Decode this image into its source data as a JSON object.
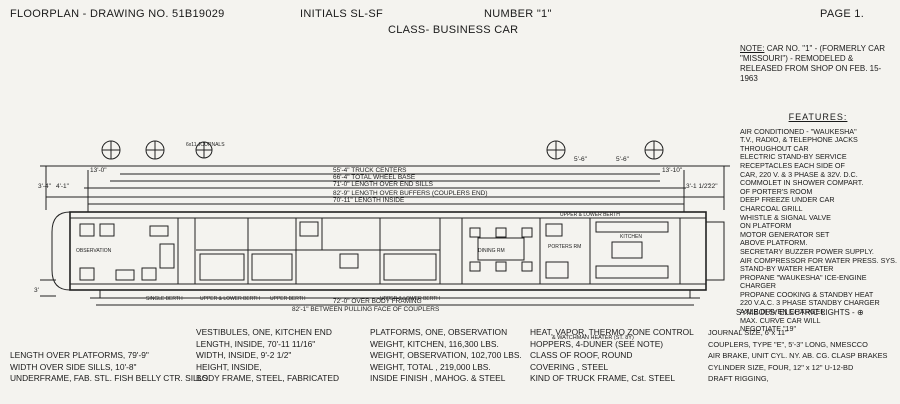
{
  "header": {
    "drawing": "FLOORPLAN - DRAWING NO. 51B19029",
    "initials": "INITIALS SL-SF",
    "number": "NUMBER \"1\"",
    "page": "PAGE 1.",
    "car_class": "CLASS- BUSINESS CAR"
  },
  "note": {
    "title": "NOTE:",
    "text": "CAR NO. \"1\" - (FORMERLY CAR \"MISSOURI\") - REMODELED & RELEASED FROM SHOP ON FEB. 15-1963"
  },
  "features": {
    "title": "FEATURES:",
    "lines": [
      "AIR CONDITIONED - \"WAUKESHA\"",
      "T.V., RADIO, & TELEPHONE JACKS",
      "THROUGHOUT CAR",
      "ELECTRIC STAND-BY SERVICE",
      "RECEPTACLES EACH SIDE OF",
      "CAR, 220 V. & 3 PHASE & 32V. D.C.",
      "COMMOLET IN SHOWER COMPART.",
      "OF PORTER'S ROOM",
      "DEEP FREEZE UNDER CAR",
      "CHARCOAL GRILL",
      "WHISTLE & SIGNAL VALVE",
      "ON PLATFORM",
      "MOTOR GENERATOR SET",
      "ABOVE PLATFORM.",
      "SECRETARY BUZZER POWER SUPPLY.",
      "AIR COMPRESSOR FOR WATER PRESS. SYS.",
      "STAND-BY WATER HEATER",
      "PROPANE \"WAUKESHA\" ICE-ENGINE",
      "CHARGER",
      "PROPANE COOKING & STANDBY HEAT",
      "220 V.A.C. 3 PHASE STANDBY CHARGER",
      "AXLE DRIVEN CHARGER",
      "MAX. CURVE CAR WILL",
      "NEGOTIATE \"19\""
    ]
  },
  "symbols": "SYMBOLS: ELECTRIC LIGHTS -",
  "dimensions": {
    "truck_centers": "55'-4\" TRUCK CENTERS",
    "wheel_base": "66'-4\" TOTAL WHEEL BASE",
    "over_end_sills": "71'-0\" LENGTH OVER END SILLS",
    "over_buffers": "82'-9\" LENGTH OVER BUFFERS (COUPLERS END)",
    "length_inside": "70'-11\" LENGTH INSIDE",
    "over_body_framing": "72'-0\" OVER BODY FRAMING",
    "between_pulling_faces": "82'-1\" BETWEEN PULLING FACE OF COUPLERS",
    "left_end_a": "13'-0\"",
    "left_end_b": "3'-4\"",
    "left_end_c": "4'-1\"",
    "right_end_a": "13'-10\"",
    "right_end_b": "3'-1 1/2\"",
    "right_end_c": "22\"",
    "truck_a": "5'-6\"",
    "truck_b": "5'-6\"",
    "height_marker": "3'"
  },
  "plan_labels": {
    "journals": "6x11 JOURNALS",
    "upper_lower_berth_right": "UPPER & LOWER BERTH",
    "single_berth": "SINGLE BERTH",
    "upper_lower_berth_1": "UPPER & LOWER BERTH",
    "upper_berth": "UPPER BERTH",
    "upper_lower_berth_2": "UPPER & LOWER BERTH",
    "porters_room": "PORTERS RM",
    "kitchen": "KITCHEN",
    "dining": "DINING RM",
    "observation": "OBSERVATION"
  },
  "specs": {
    "col1": [
      "",
      "",
      "LENGTH OVER PLATFORMS,  79'-9\"",
      "WIDTH OVER SIDE SILLS,  10'-8\"",
      "UNDERFRAME, FAB. STL. FISH BELLY CTR. SILLS"
    ],
    "col2": [
      "VESTIBULES,  ONE, KITCHEN END",
      "LENGTH, INSIDE,          70'-11 11/16\"",
      "WIDTH, INSIDE,            9'-2 1/2\"",
      "HEIGHT, INSIDE,",
      "BODY FRAME,  STEEL, FABRICATED"
    ],
    "col3": [
      "PLATFORMS,  ONE, OBSERVATION",
      "WEIGHT, KITCHEN,   116,300 LBS.",
      "WEIGHT, OBSERVATION,  102,700 LBS.",
      "WEIGHT,  TOTAL ,   219,000 LBS.",
      "INSIDE FINISH ,  MAHOG. & STEEL"
    ],
    "col4": [
      "HEAT,  VAPOR, THERMO ZONE CONTROL",
      "HOPPERS,  4-DUNER  (SEE NOTE)",
      "CLASS OF ROOF,  ROUND",
      "COVERING ,  STEEL",
      "KIND OF TRUCK FRAME,  Cst. STEEL"
    ],
    "col5": [
      "JOURNAL SIZE,  6\"x 11\"",
      "COUPLERS, TYPE \"E\", 5'-3\" LONG, NMESCCO",
      "AIR BRAKE,  UNIT CYL. NY. AB. CG. CLASP BRAKES",
      "CYLINDER SIZE, FOUR, 12\" x 12\"      U-12-BD",
      "DRAFT RIGGING,"
    ],
    "heat_sub": "& WATCHMAN HEATER (ST. 8Y)"
  }
}
